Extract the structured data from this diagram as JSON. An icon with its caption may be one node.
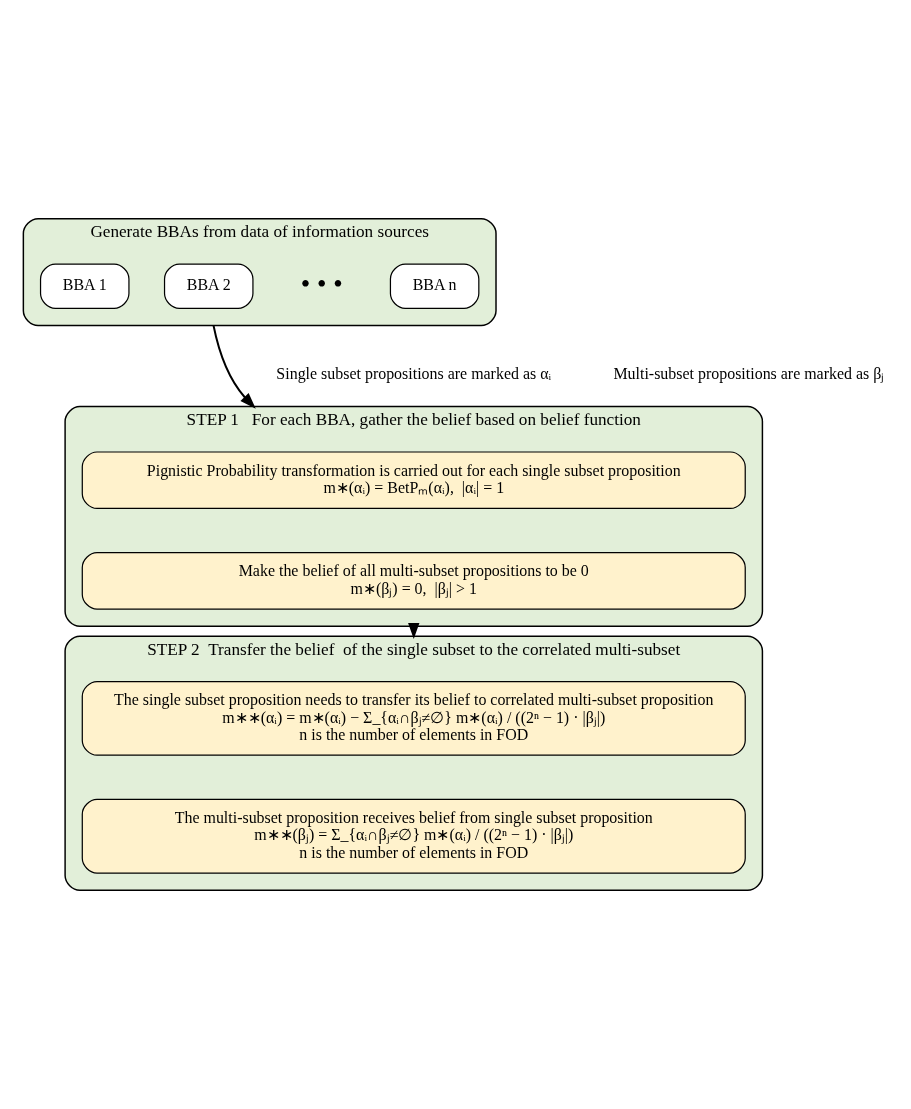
{
  "diagram": {
    "nodes": [
      {
        "text": [
          "Generate BBAs from data of information sources"
        ]
      },
      {
        "text": [
          "BBA 1"
        ],
        "in": 0
      },
      {
        "text": [
          "BBA 2"
        ],
        "in": 0
      },
      {
        "text": [
          "BBA n"
        ],
        "in": 0
      },
      {
        "text": [
          "STEP 1   For each BBA, gather the belief based on belief function"
        ]
      },
      {
        "text": [
          "Pignistic Probability transformation is carried out for each single subset proposition",
          "m∗(αᵢ) = BetPₘ(αᵢ),  |αᵢ| = 1"
        ],
        "in": 4
      },
      {
        "text": [
          "Make the belief of all multi-subset propositions to be 0",
          "m∗(βⱼ) = 0,  |βⱼ| > 1"
        ],
        "in": 4
      },
      {
        "text": [
          "STEP 2  Transfer the belief  of the single subset to the correlated multi-subset"
        ]
      },
      {
        "text": [
          "The single subset proposition needs to transfer its belief to correlated multi-subset proposition",
          "m∗∗(αᵢ) = m∗(αᵢ) − Σ_{αᵢ∩βⱼ≠∅} m∗(αᵢ) / ((2ⁿ − 1) · |βⱼ|)",
          "n is the number of elements in FOD"
        ],
        "in": 7
      },
      {
        "text": [
          "The multi-subset proposition receives belief from single subset proposition",
          "m∗∗(βⱼ) = Σ_{αᵢ∩βⱼ≠∅} m∗(αᵢ) / ((2ⁿ − 1) · |βⱼ|)",
          "n is the number of elements in FOD"
        ],
        "in": 7
      }
    ],
    "edges": [
      {
        "from": 0,
        "to": 4,
        "arrow": "to"
      },
      {
        "from": 4,
        "to": 7,
        "arrow": "to"
      }
    ],
    "labels": [
      "• • •",
      "Single subset propositions are marked as αᵢ",
      "Multi-subset propositions are marked as βⱼ"
    ]
  }
}
